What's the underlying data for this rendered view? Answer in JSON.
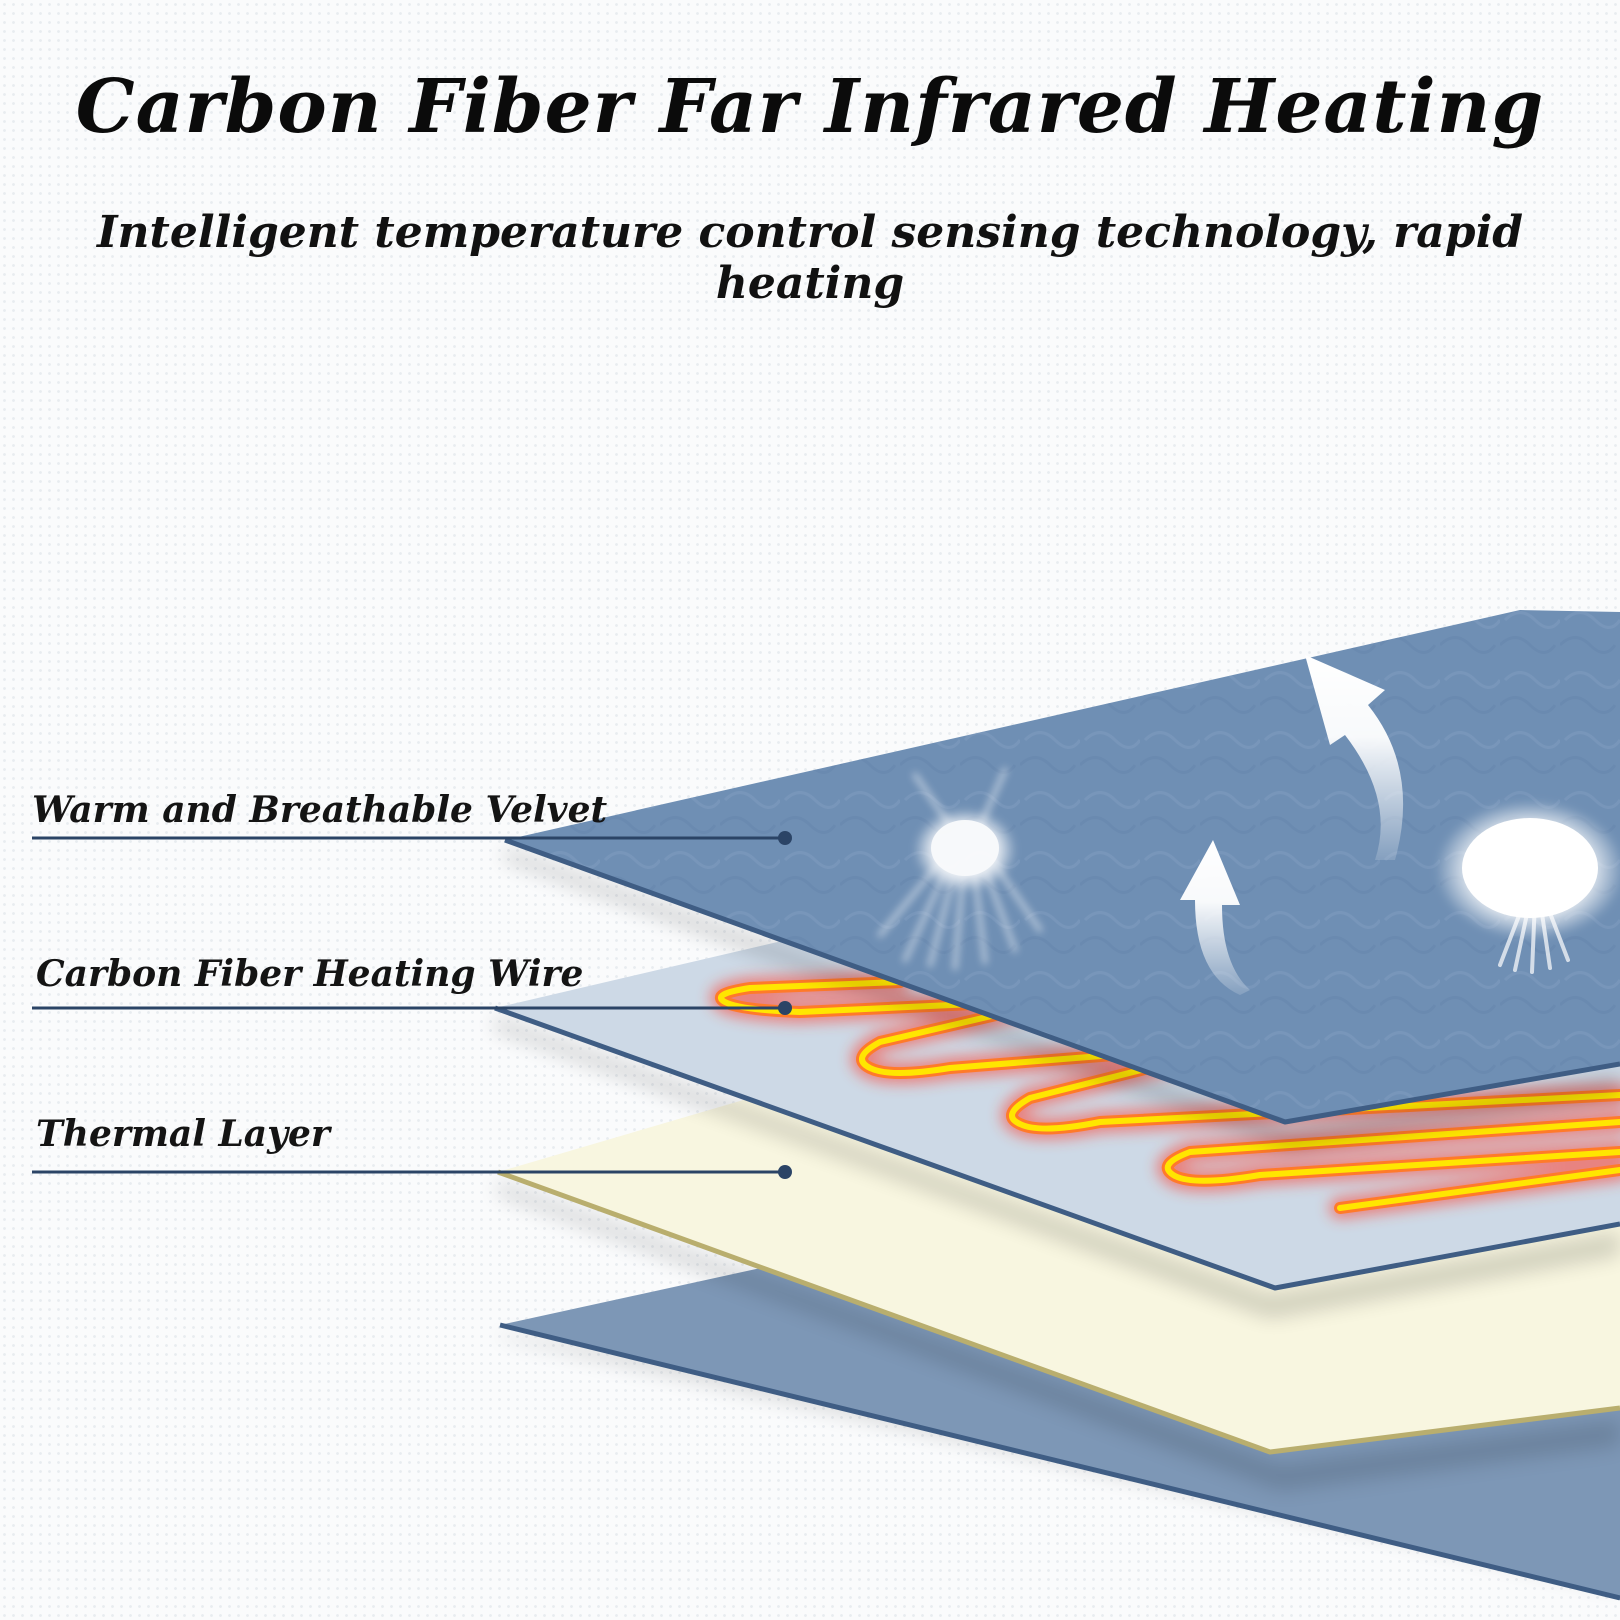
{
  "header": {
    "title": "Carbon Fiber Far Infrared Heating",
    "subtitle": "Intelligent temperature control sensing technology, rapid heating"
  },
  "layers": [
    {
      "label": "Warm and Breathable Velvet",
      "color": "#6f8fb4"
    },
    {
      "label": "Carbon Fiber Heating Wire",
      "color": "#cdd9e6"
    },
    {
      "label": "Thermal Layer",
      "color": "#f8f6e0"
    },
    {
      "label": "",
      "color": "#7d97b6"
    }
  ],
  "colors": {
    "leader_line": "#2b4466",
    "heating_wire": "#ffe600",
    "heating_glow": "#ff3d2e",
    "layer_edge": "#3f5d84"
  }
}
